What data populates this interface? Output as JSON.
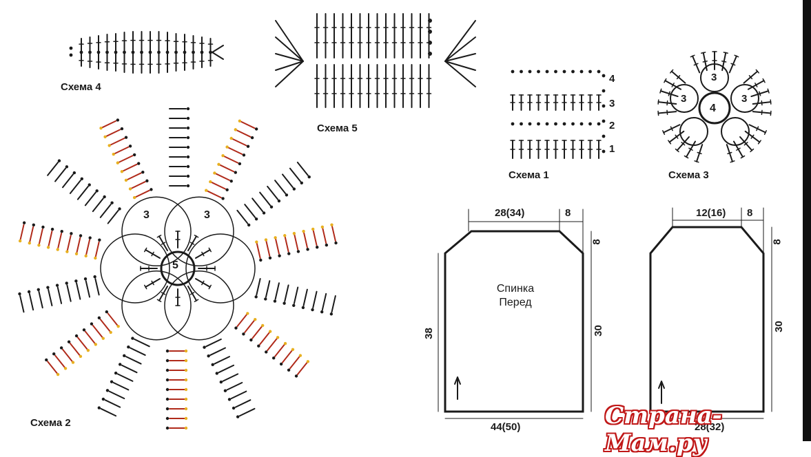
{
  "labels": {
    "scheme1": "Схема 1",
    "scheme2": "Схема 2",
    "scheme3": "Схема 3",
    "scheme4": "Схема 4",
    "scheme5": "Схема 5"
  },
  "scheme1_rows": [
    "4",
    "3",
    "2",
    "1"
  ],
  "scheme2": {
    "center": "5",
    "petal_left": "3",
    "petal_right": "3"
  },
  "scheme3": {
    "center": "4",
    "petal_top": "3",
    "petal_left": "3",
    "petal_right": "3"
  },
  "pattern_back": {
    "title_line1": "Спинка",
    "title_line2": "Перед",
    "top_width": "28(34)",
    "shoulder": "8",
    "shoulder_drop": "8",
    "left_height": "38",
    "right_height": "30",
    "bottom_width": "44(50)"
  },
  "pattern_sleeve": {
    "top_width": "12(16)",
    "shoulder": "8",
    "shoulder_drop": "8",
    "right_height": "30",
    "bottom_width": "28(32)"
  },
  "watermark": "Страна-Мам.ру",
  "colors": {
    "ink": "#1a1a1a",
    "accent_red": "#b02a1a",
    "accent_yellow": "#e8b020"
  }
}
